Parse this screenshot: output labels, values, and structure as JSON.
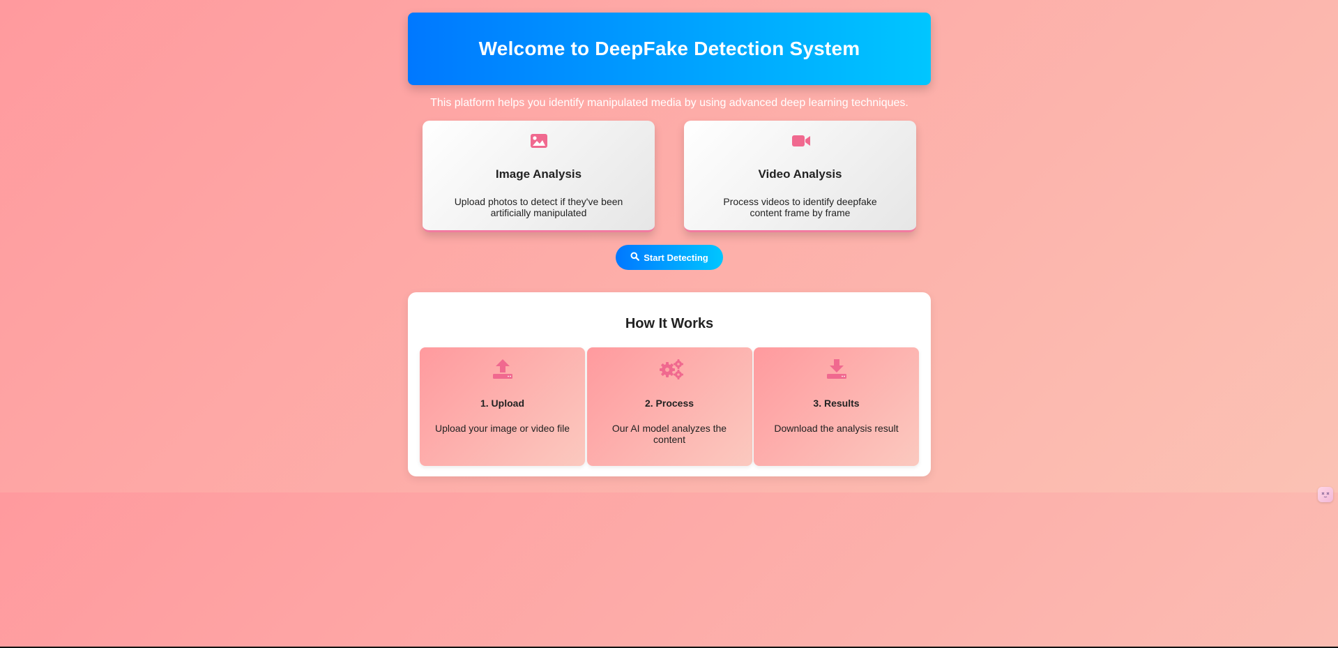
{
  "hero": {
    "title": "Welcome to DeepFake Detection System"
  },
  "intro": "This platform helps you identify manipulated media by using advanced deep learning techniques.",
  "features": [
    {
      "icon": "image-icon",
      "title": "Image Analysis",
      "description": "Upload photos to detect if they've been artificially manipulated"
    },
    {
      "icon": "video-camera-icon",
      "title": "Video Analysis",
      "description": "Process videos to identify deepfake content frame by frame"
    }
  ],
  "cta": {
    "icon": "search-icon",
    "label": "Start Detecting"
  },
  "how_it_works": {
    "title": "How It Works",
    "steps": [
      {
        "icon": "upload-icon",
        "title": "1. Upload",
        "description": "Upload your image or video file"
      },
      {
        "icon": "gears-icon",
        "title": "2. Process",
        "description": "Our AI model analyzes the content"
      },
      {
        "icon": "download-icon",
        "title": "3. Results",
        "description": "Download the analysis result"
      }
    ]
  },
  "colors": {
    "accent_blue": "#0078ff",
    "accent_cyan": "#00c6ff",
    "icon_pink": "#f0698f",
    "background_pink": "#ff9a9e"
  }
}
